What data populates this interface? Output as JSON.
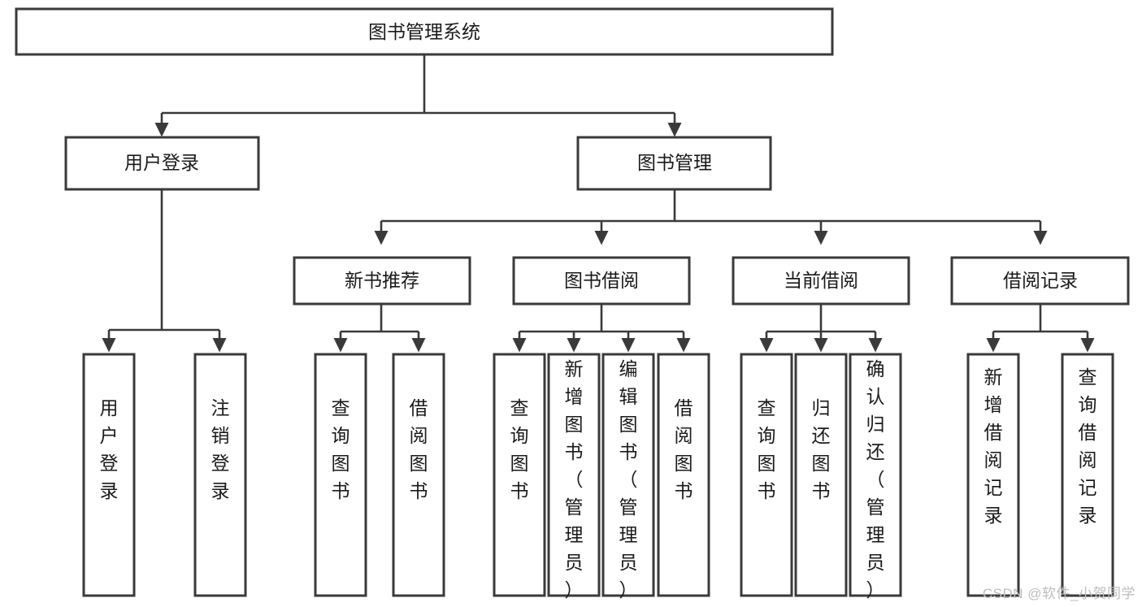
{
  "diagram": {
    "type": "tree-hierarchy",
    "title": "图书管理系统",
    "root": {
      "id": "root",
      "label": "图书管理系统"
    },
    "level2": [
      {
        "id": "user-login",
        "label": "用户登录"
      },
      {
        "id": "book-management",
        "label": "图书管理"
      }
    ],
    "level3": [
      {
        "id": "new-book-recommend",
        "label": "新书推荐",
        "parent": "book-management"
      },
      {
        "id": "book-borrow",
        "label": "图书借阅",
        "parent": "book-management"
      },
      {
        "id": "current-borrow",
        "label": "当前借阅",
        "parent": "book-management"
      },
      {
        "id": "borrow-record",
        "label": "借阅记录",
        "parent": "book-management"
      }
    ],
    "leaves": [
      {
        "id": "leaf-user-login",
        "label": "用户登录",
        "parent": "user-login"
      },
      {
        "id": "leaf-user-logout",
        "label": "注销登录",
        "parent": "user-login"
      },
      {
        "id": "leaf-query-book-1",
        "label": "查询图书",
        "parent": "new-book-recommend"
      },
      {
        "id": "leaf-borrow-book-1",
        "label": "借阅图书",
        "parent": "new-book-recommend"
      },
      {
        "id": "leaf-query-book-2",
        "label": "查询图书",
        "parent": "book-borrow"
      },
      {
        "id": "leaf-add-book",
        "label": "新增图书（管理员）",
        "parent": "book-borrow"
      },
      {
        "id": "leaf-edit-book",
        "label": "编辑图书（管理员）",
        "parent": "book-borrow"
      },
      {
        "id": "leaf-borrow-book-2",
        "label": "借阅图书",
        "parent": "book-borrow"
      },
      {
        "id": "leaf-query-book-3",
        "label": "查询图书",
        "parent": "current-borrow"
      },
      {
        "id": "leaf-return-book",
        "label": "归还图书",
        "parent": "current-borrow"
      },
      {
        "id": "leaf-confirm-return",
        "label": "确认归还（管理员）",
        "parent": "current-borrow"
      },
      {
        "id": "leaf-add-record",
        "label": "新增借阅记录",
        "parent": "borrow-record"
      },
      {
        "id": "leaf-query-record",
        "label": "查询借阅记录",
        "parent": "borrow-record"
      }
    ],
    "colors": {
      "stroke": "#3a3a3a",
      "fill": "#ffffff",
      "text": "#1a1a1a",
      "watermark": "#bdbdbd"
    }
  },
  "watermark": {
    "text": "CSDN @软件_小贺同学"
  }
}
